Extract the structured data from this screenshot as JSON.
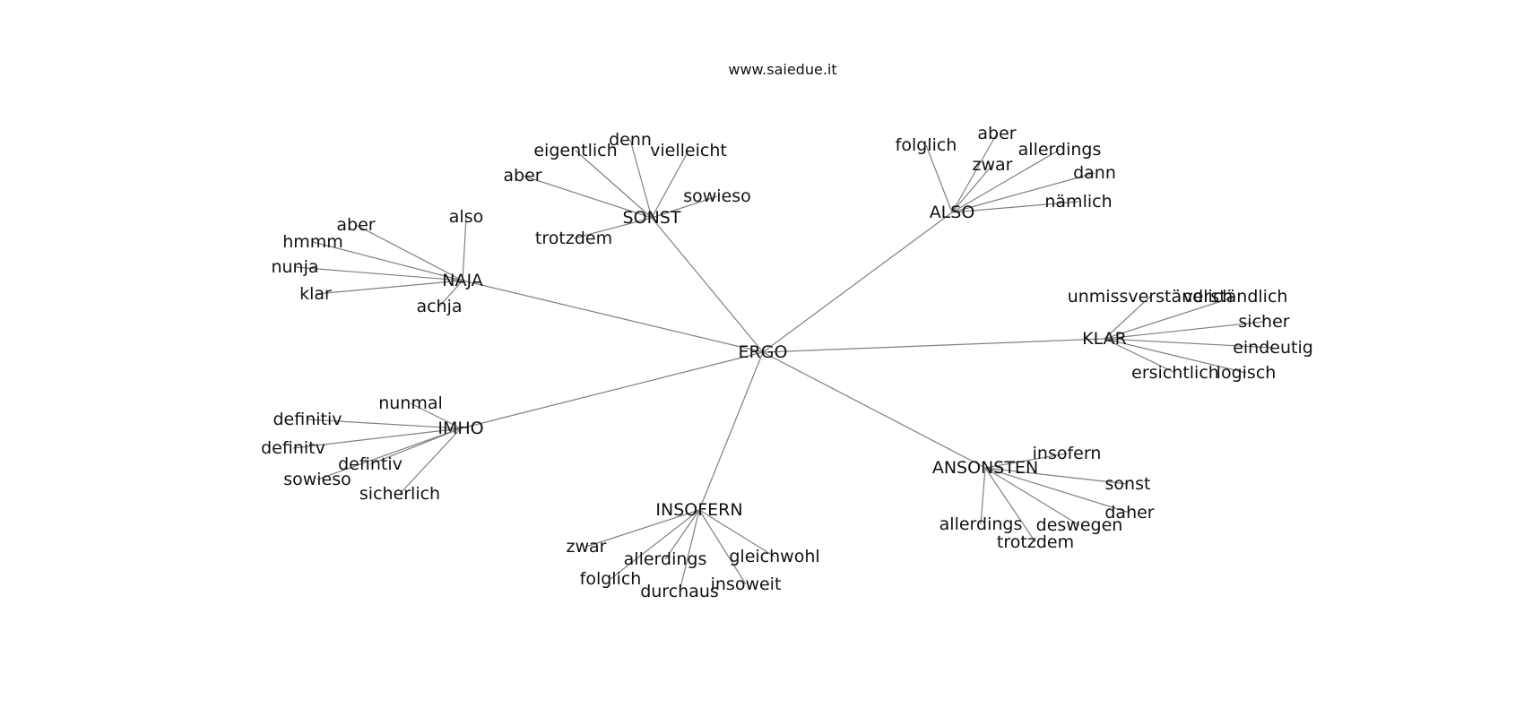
{
  "title": "www.saiedue.it",
  "colors": {
    "edge": "#808080",
    "text": "#111111",
    "background": "#ffffff"
  },
  "root": "ERGO",
  "clusters": [
    {
      "hub": "NAJA",
      "leaves": [
        "also",
        "aber",
        "hmmm",
        "nunja",
        "klar",
        "achja"
      ]
    },
    {
      "hub": "SONST",
      "leaves": [
        "denn",
        "eigentlich",
        "vielleicht",
        "aber",
        "sowieso",
        "trotzdem"
      ]
    },
    {
      "hub": "ALSO",
      "leaves": [
        "folglich",
        "aber",
        "zwar",
        "allerdings",
        "dann",
        "nämlich"
      ]
    },
    {
      "hub": "KLAR",
      "leaves": [
        "unmissverständlich",
        "verständlich",
        "sicher",
        "eindeutig",
        "ersichtlich",
        "logisch"
      ]
    },
    {
      "hub": "IMHO",
      "leaves": [
        "nunmal",
        "definitiv",
        "definitv",
        "defintiv",
        "sowieso",
        "sicherlich"
      ]
    },
    {
      "hub": "INSOFERN",
      "leaves": [
        "zwar",
        "allerdings",
        "gleichwohl",
        "folglich",
        "durchaus",
        "insoweit"
      ]
    },
    {
      "hub": "ANSONSTEN",
      "leaves": [
        "insofern",
        "sonst",
        "daher",
        "allerdings",
        "deswegen",
        "trotzdem"
      ]
    }
  ]
}
